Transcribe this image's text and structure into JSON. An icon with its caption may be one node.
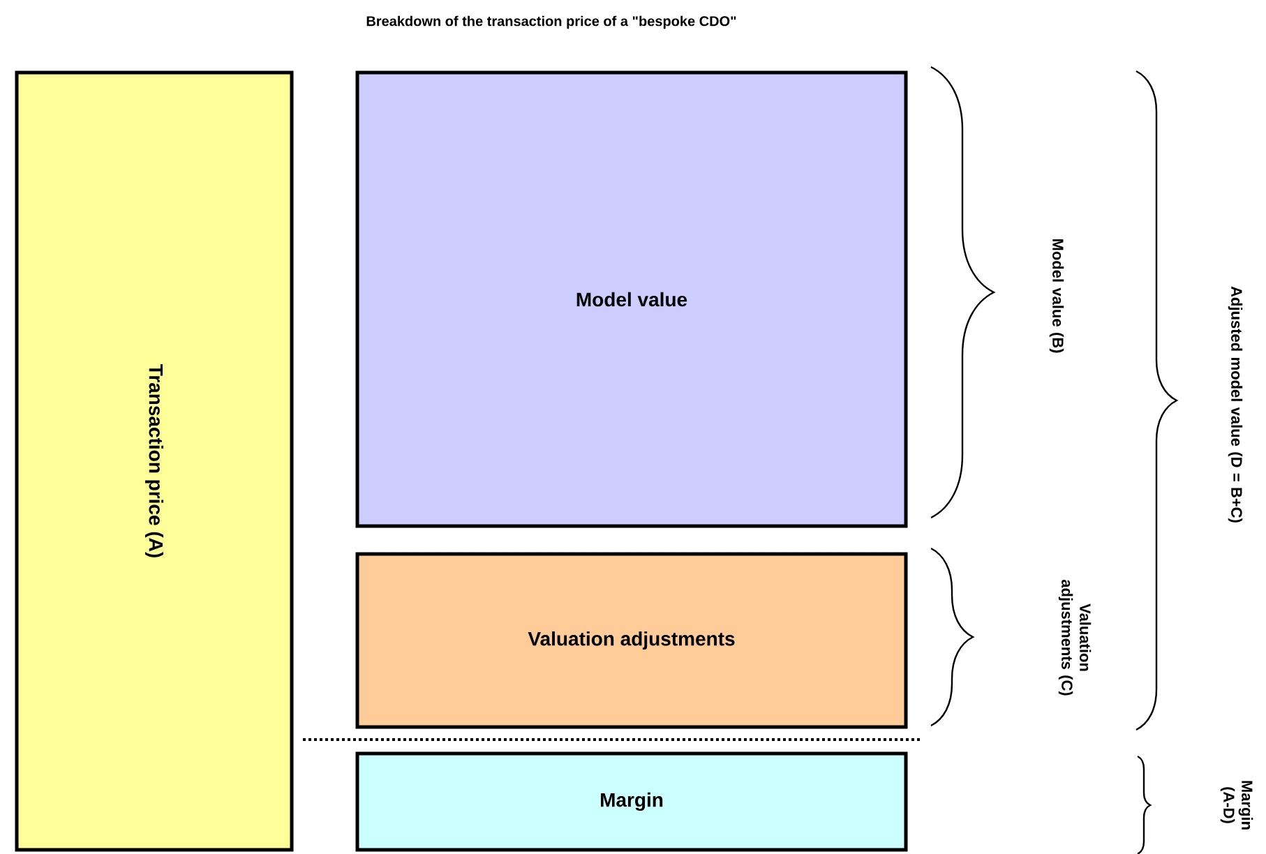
{
  "diagram": {
    "title": "Breakdown of the transaction price of a \"bespoke CDO\"",
    "nodes": [
      {
        "text": [
          "Transaction price (A)"
        ]
      },
      {
        "text": [
          "Model value"
        ]
      },
      {
        "text": [
          "Valuation adjustments"
        ]
      },
      {
        "text": [
          "Margin"
        ]
      }
    ],
    "labels": [
      "Model value (B)",
      "Valuation adjustments (C)",
      "Adjusted model value (D = B+C)",
      "Margin (A-D)"
    ]
  }
}
